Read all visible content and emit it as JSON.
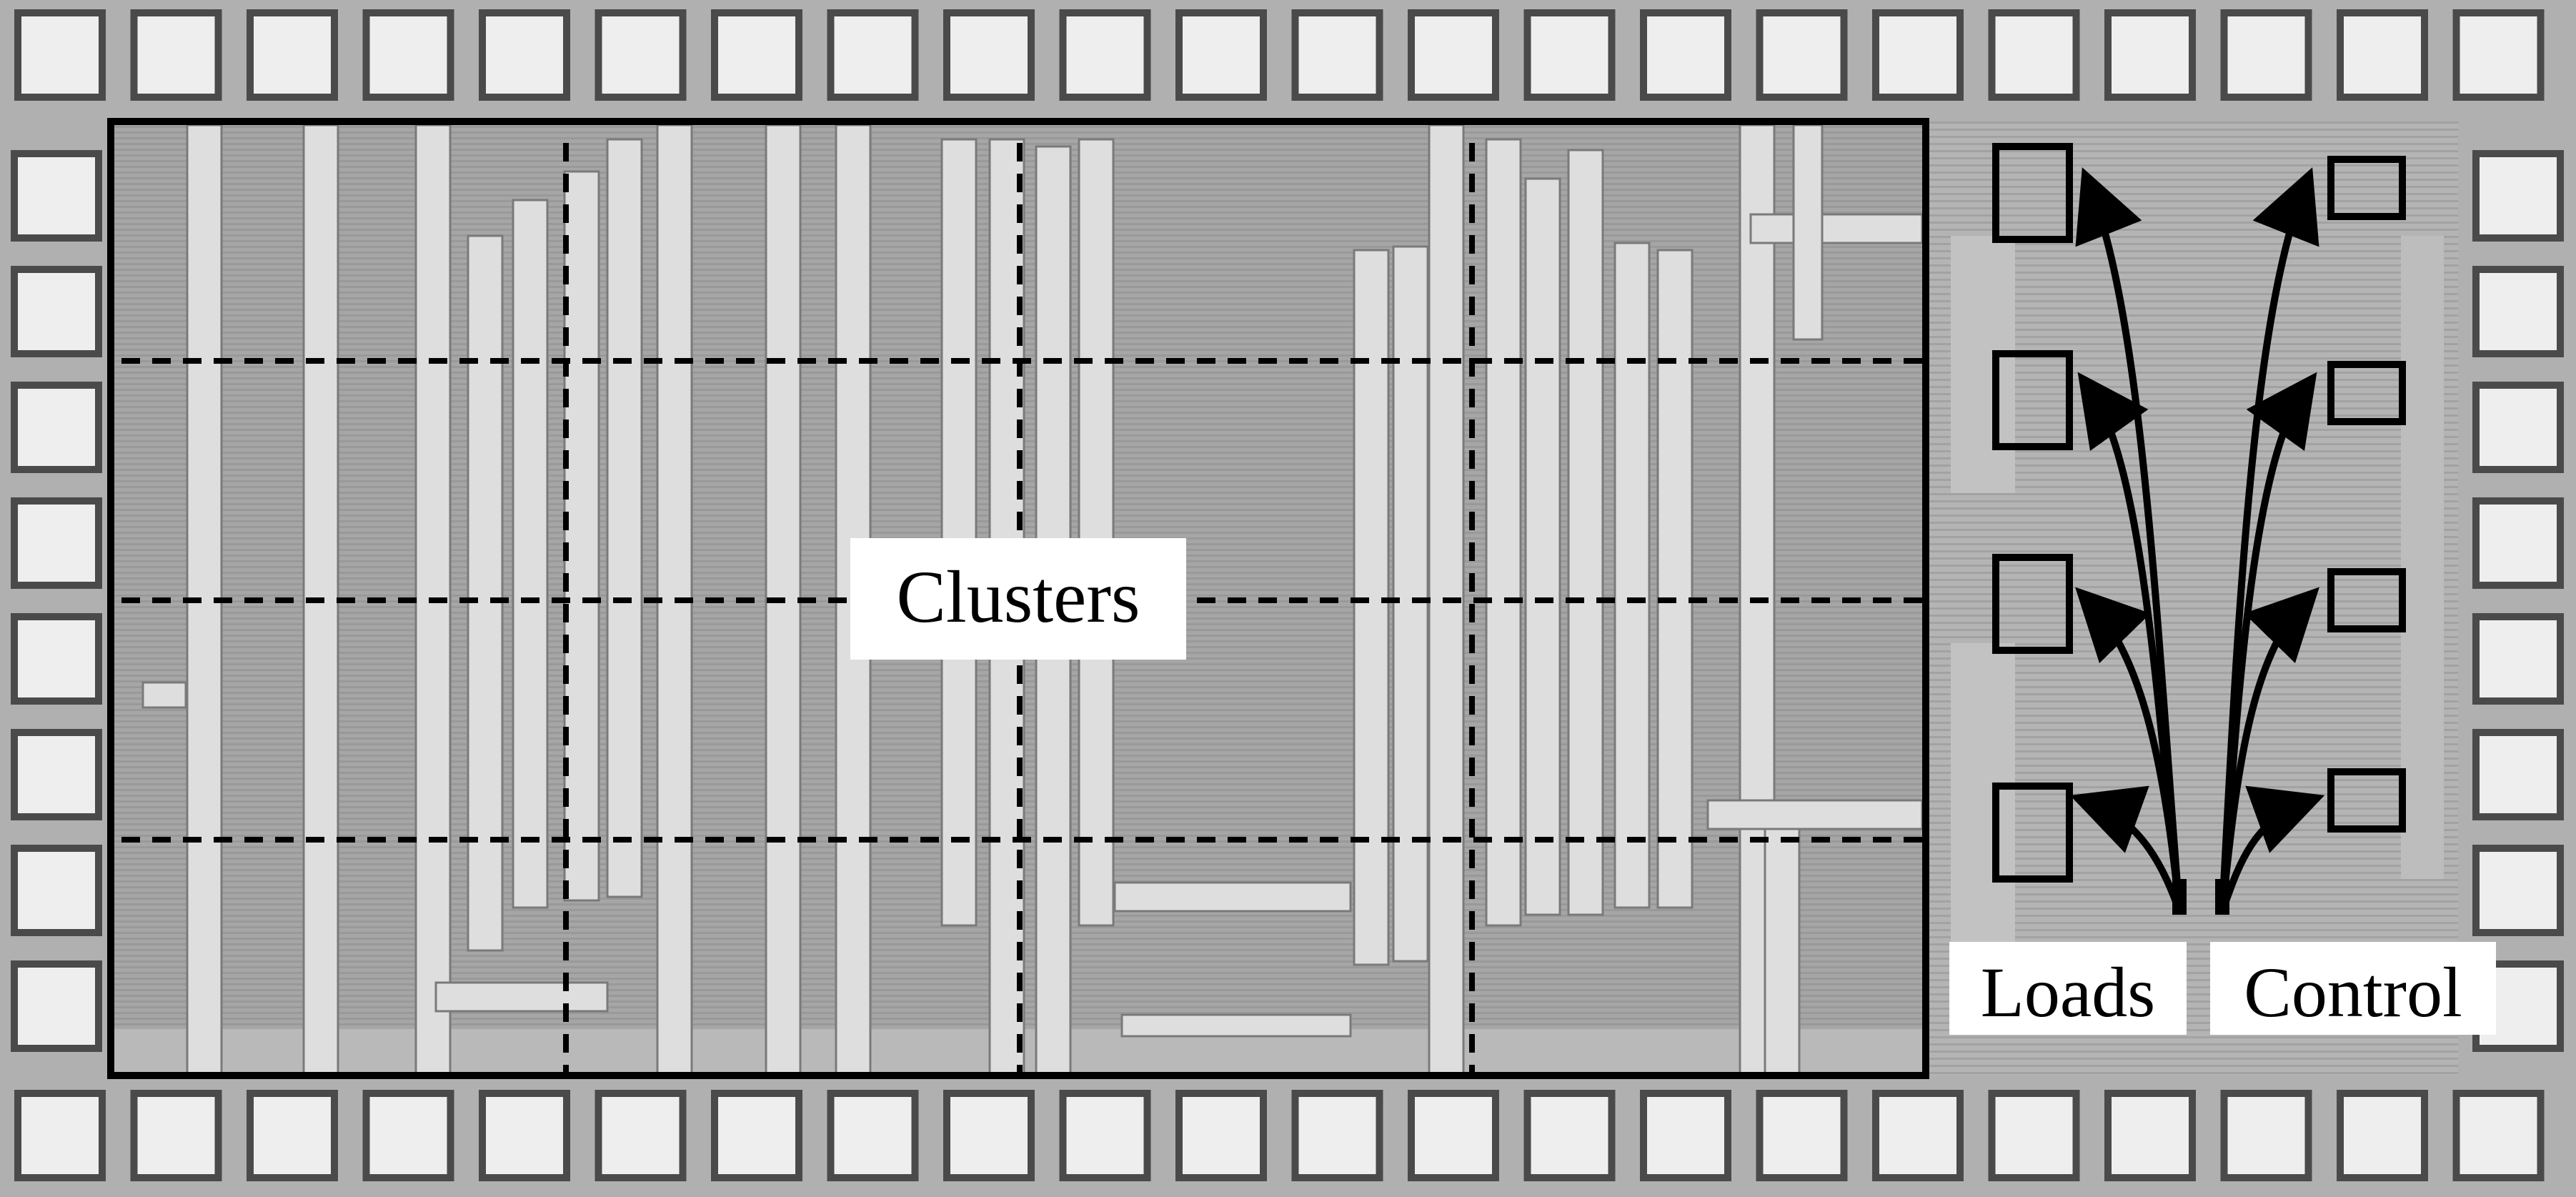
{
  "labels": {
    "clusters": "Clusters",
    "loads": "Loads",
    "control": "Control"
  },
  "colors": {
    "die_background": "#a9a9a9",
    "pad_fill": "#eeeeee",
    "pad_border": "#4a4a4a",
    "outline": "#000000",
    "label_background": "#ffffff"
  },
  "grid": {
    "columns": 4,
    "rows": 4
  },
  "load_elements": 4,
  "control_elements": 4
}
